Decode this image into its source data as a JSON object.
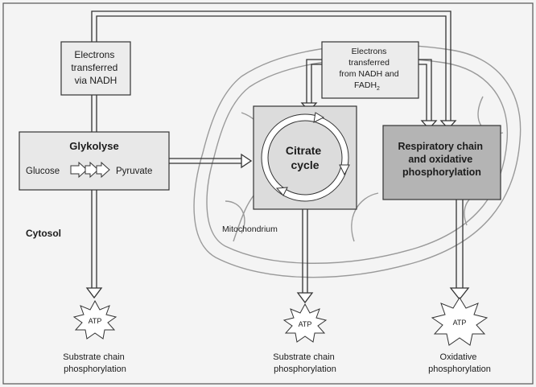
{
  "diagram": {
    "electrons_nadh": [
      "Electrons",
      "transferred",
      "via NADH"
    ],
    "electrons_nadh_fadh": [
      "Electrons",
      "transferred",
      "from NADH and",
      "FADH"
    ],
    "fadh_subscript": "2",
    "glykolyse": {
      "title": "Glykolyse",
      "from": "Glucose",
      "to": "Pyruvate"
    },
    "citrate_cycle": [
      "Citrate",
      "cycle"
    ],
    "respiratory_chain": [
      "Respiratory chain",
      "and oxidative",
      "phosphorylation"
    ],
    "cytosol": "Cytosol",
    "mitochondrium": "Mitochondrium",
    "atp_label": "ATP",
    "outputs": [
      {
        "line1": "Substrate chain",
        "line2": "phosphorylation"
      },
      {
        "line1": "Substrate chain",
        "line2": "phosphorylation"
      },
      {
        "line1": "Oxidative",
        "line2": "phosphorylation"
      }
    ]
  },
  "colors": {
    "background": "#f4f4f4",
    "frame": "#555555",
    "box_light": "#e8e8e8",
    "box_dark": "#b4b4b4",
    "arrow_fill": "#ffffff",
    "stroke": "#333333"
  }
}
